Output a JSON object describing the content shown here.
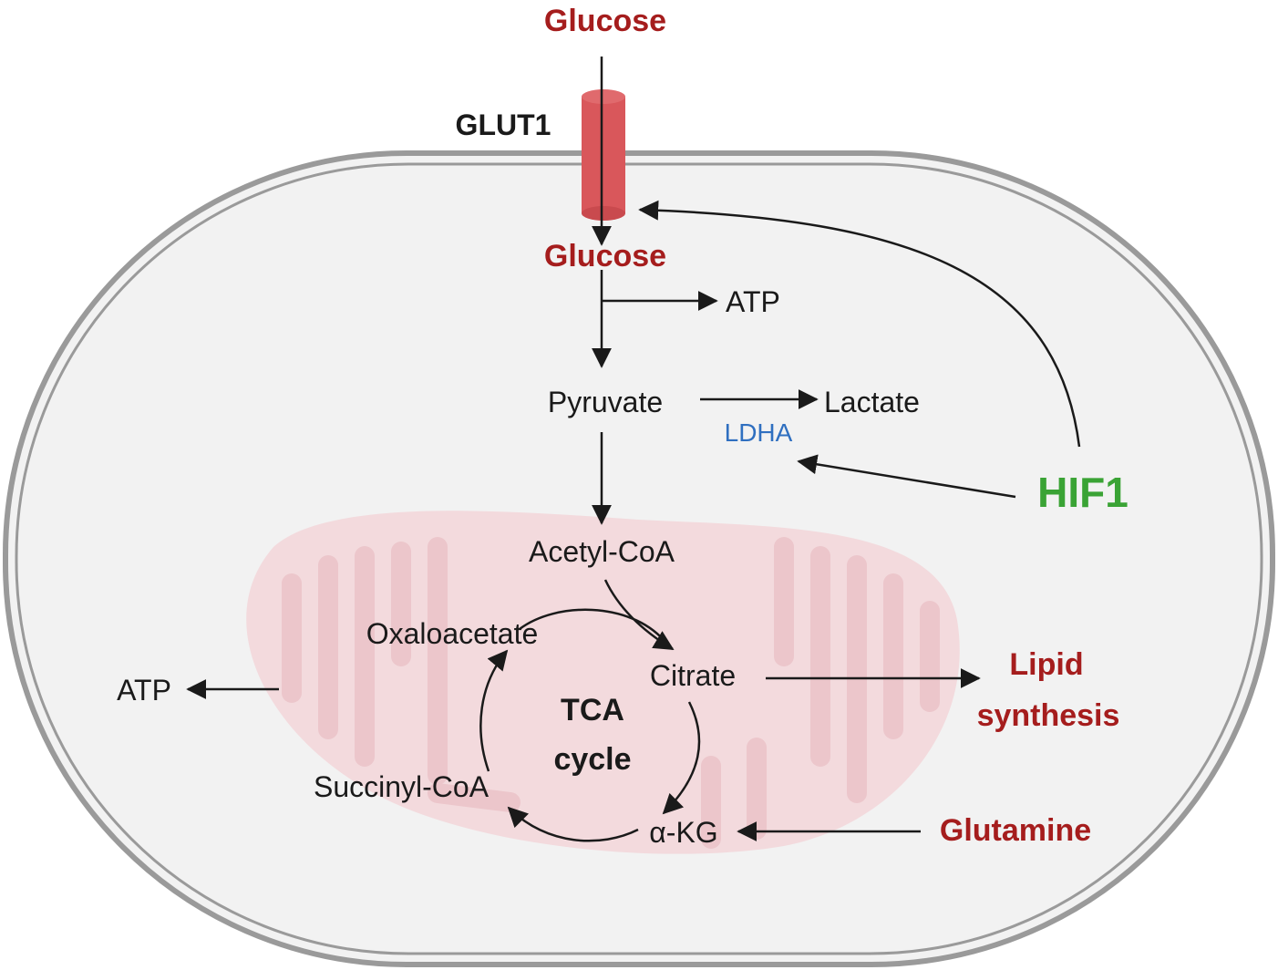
{
  "labels": {
    "glucose_outside": "Glucose",
    "glut1": "GLUT1",
    "glucose_inside": "Glucose",
    "atp_glycolysis": "ATP",
    "pyruvate": "Pyruvate",
    "lactate": "Lactate",
    "ldha": "LDHA",
    "hif1": "HIF1",
    "acetyl_coa": "Acetyl-CoA",
    "oxaloacetate": "Oxaloacetate",
    "citrate": "Citrate",
    "tca_line1": "TCA",
    "tca_line2": "cycle",
    "succinyl_coa": "Succinyl-CoA",
    "akg": "α-KG",
    "glutamine": "Glutamine",
    "atp_mito": "ATP",
    "lipid_line1": "Lipid",
    "lipid_line2": "synthesis"
  },
  "colors": {
    "metabolite_red": "#a51d1d",
    "hif_green": "#3aa335",
    "enzyme_blue": "#2f6fc0",
    "text_black": "#1a1a1a",
    "cell_fill": "#f2f2f2",
    "membrane_gray": "#9a9a9a",
    "mito_pink": "#f3dadd",
    "mito_inner": "#ecc6cb",
    "transporter_red": "#d9575b"
  }
}
